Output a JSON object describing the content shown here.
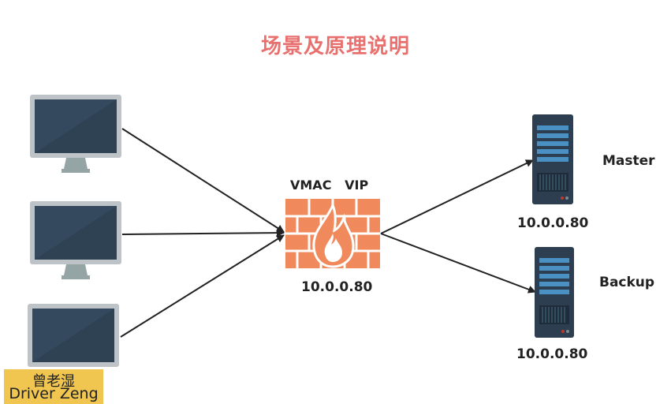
{
  "title": "场景及原理说明",
  "colors": {
    "title": "#e8716f",
    "monitor_frame": "#bdc3c7",
    "monitor_screen": "#34495e",
    "monitor_stand": "#95a5a6",
    "firewall": "#f08a5d",
    "flame": "#f6d2c2",
    "server_body": "#2c3e50",
    "server_rack": "#4a90c2",
    "arrow": "#222222",
    "watermark_bg": "#f0c550"
  },
  "icons": [
    "monitor-icon",
    "firewall-icon",
    "server-icon"
  ],
  "firewall": {
    "label_top": "VMAC   VIP",
    "ip": "10.0.0.80"
  },
  "servers": [
    {
      "role": "Master",
      "ip": "10.0.0.80"
    },
    {
      "role": "Backup",
      "ip": "10.0.0.80"
    }
  ],
  "watermark": {
    "line1": "曾老湿",
    "line2": "Driver Zeng"
  }
}
